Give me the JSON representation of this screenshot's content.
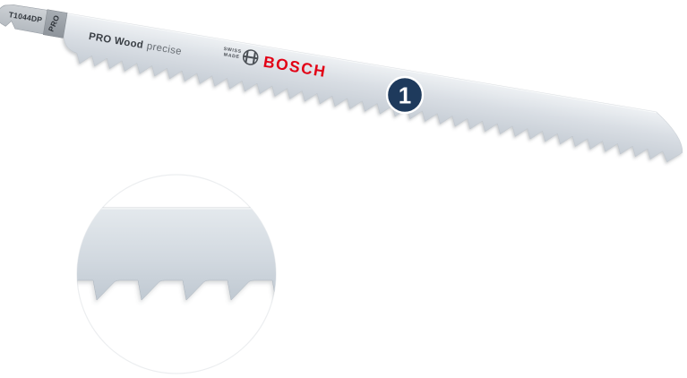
{
  "blade": {
    "code": "T1044DP",
    "shank_badge": "PRO",
    "series": {
      "bold": "PRO Wood",
      "light": "precise"
    },
    "origin": {
      "line1": "SWISS",
      "line2": "MADE"
    },
    "brand": "BOSCH"
  },
  "callout": {
    "number": "1"
  },
  "colors": {
    "background": "#ffffff",
    "bosch_red": "#e20015",
    "badge_navy": "#1e3a5c",
    "blade_steel_light": "#eef1f4",
    "blade_steel_dark": "#c6cdd5",
    "shank_gray": "#c3c8cd",
    "shank_band_gray": "#999fa6",
    "text_dark": "#31363c"
  }
}
